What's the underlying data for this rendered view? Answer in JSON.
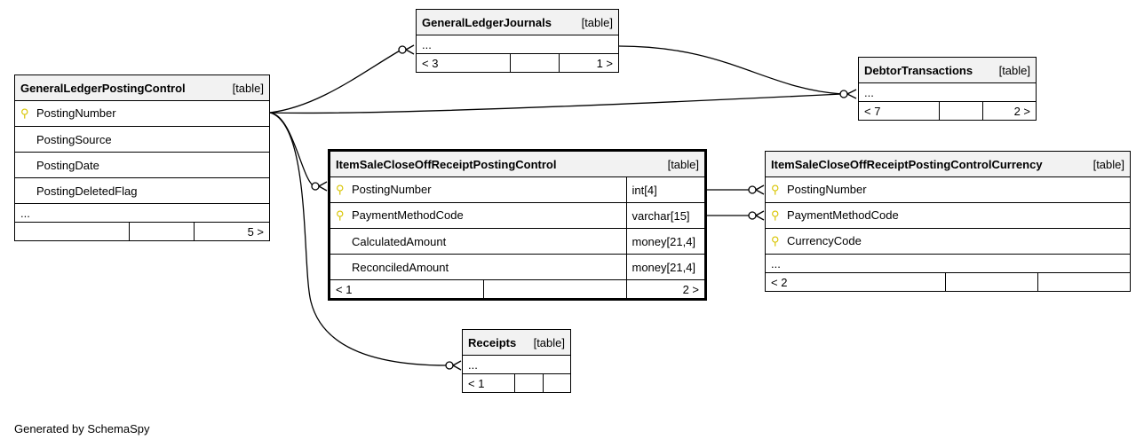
{
  "footer": "Generated by SchemaSpy",
  "tables": {
    "glpc": {
      "name": "GeneralLedgerPostingControl",
      "kind": "[table]",
      "columns": [
        "PostingNumber",
        "PostingSource",
        "PostingDate",
        "PostingDeletedFlag"
      ],
      "ellipsis": "...",
      "nav": [
        "",
        "",
        "5 >"
      ]
    },
    "glj": {
      "name": "GeneralLedgerJournals",
      "kind": "[table]",
      "ellipsis": "...",
      "nav": [
        "< 3",
        "",
        "1 >"
      ]
    },
    "dt": {
      "name": "DebtorTransactions",
      "kind": "[table]",
      "ellipsis": "...",
      "nav": [
        "< 7",
        "",
        "2 >"
      ]
    },
    "iscorpc": {
      "name": "ItemSaleCloseOffReceiptPostingControl",
      "kind": "[table]",
      "columns": [
        {
          "name": "PostingNumber",
          "type": "int[4]"
        },
        {
          "name": "PaymentMethodCode",
          "type": "varchar[15]"
        },
        {
          "name": "CalculatedAmount",
          "type": "money[21,4]"
        },
        {
          "name": "ReconciledAmount",
          "type": "money[21,4]"
        }
      ],
      "nav": [
        "< 1",
        "",
        "2 >"
      ]
    },
    "iscorpcc": {
      "name": "ItemSaleCloseOffReceiptPostingControlCurrency",
      "kind": "[table]",
      "columns": [
        "PostingNumber",
        "PaymentMethodCode",
        "CurrencyCode"
      ],
      "ellipsis": "...",
      "nav": [
        "< 2",
        "",
        ""
      ]
    },
    "receipts": {
      "name": "Receipts",
      "kind": "[table]",
      "ellipsis": "...",
      "nav": [
        "< 1",
        "",
        ""
      ]
    }
  },
  "colors": {
    "key_icon": "#d8c400",
    "header_bg": "#f2f2f2"
  }
}
